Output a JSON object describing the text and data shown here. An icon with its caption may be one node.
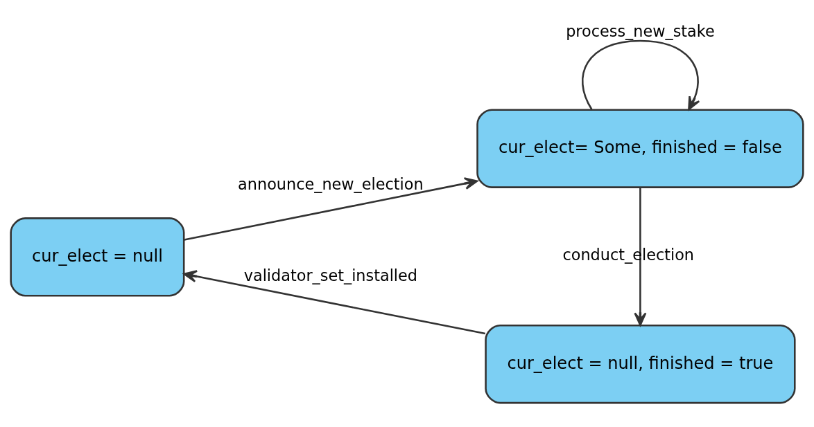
{
  "diagram": {
    "nodes": [
      {
        "text": [
          "cur_elect = null"
        ]
      },
      {
        "text": [
          "cur_elect= Some, finished = false"
        ]
      },
      {
        "text": [
          "cur_elect = null, finished = true"
        ]
      }
    ],
    "edges": [
      {
        "from": 0,
        "to": 1,
        "arrow": "to",
        "label": "announce_new_election"
      },
      {
        "from": 1,
        "to": 1,
        "arrow": "to",
        "label": "process_new_stake"
      },
      {
        "from": 1,
        "to": 2,
        "arrow": "to",
        "label": "conduct_election"
      },
      {
        "from": 2,
        "to": 0,
        "arrow": "to",
        "label": "validator_set_installed"
      }
    ]
  }
}
